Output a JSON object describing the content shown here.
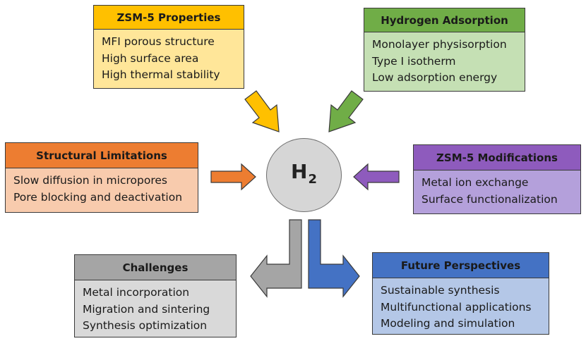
{
  "center": {
    "base": "H",
    "sub": "2"
  },
  "boxes": [
    {
      "id": "zsm5-properties",
      "title": "ZSM-5 Properties",
      "items": [
        "MFI porous structure",
        "High surface area",
        "High thermal stability"
      ],
      "header_color": "#ffc000",
      "body_color": "#ffe699"
    },
    {
      "id": "hydrogen-adsorption",
      "title": "Hydrogen Adsorption",
      "items": [
        "Monolayer physisorption",
        "Type I isotherm",
        "Low adsorption energy"
      ],
      "header_color": "#70ad47",
      "body_color": "#c5e0b4"
    },
    {
      "id": "structural-limitations",
      "title": "Structural Limitations",
      "items": [
        "Slow diffusion in micropores",
        "Pore blocking and deactivation"
      ],
      "header_color": "#ed7d31",
      "body_color": "#f8cbad"
    },
    {
      "id": "zsm5-modifications",
      "title": "ZSM-5 Modifications",
      "items": [
        "Metal ion exchange",
        "Surface functionalization"
      ],
      "header_color": "#8e5bbd",
      "body_color": "#b4a0db"
    },
    {
      "id": "challenges",
      "title": "Challenges",
      "items": [
        "Metal incorporation",
        "Migration and sintering",
        "Synthesis optimization"
      ],
      "header_color": "#a5a5a5",
      "body_color": "#d9d9d9"
    },
    {
      "id": "future-perspectives",
      "title": "Future Perspectives",
      "items": [
        "Sustainable synthesis",
        "Multifunctional applications",
        "Modeling and simulation"
      ],
      "header_color": "#4472c4",
      "body_color": "#b4c7e7"
    }
  ],
  "arrow_colors": {
    "properties": "#ffc000",
    "adsorption": "#70ad47",
    "limitations": "#ed7d31",
    "modifications": "#8e5bbd",
    "challenges": "#a5a5a5",
    "future": "#4472c4"
  }
}
